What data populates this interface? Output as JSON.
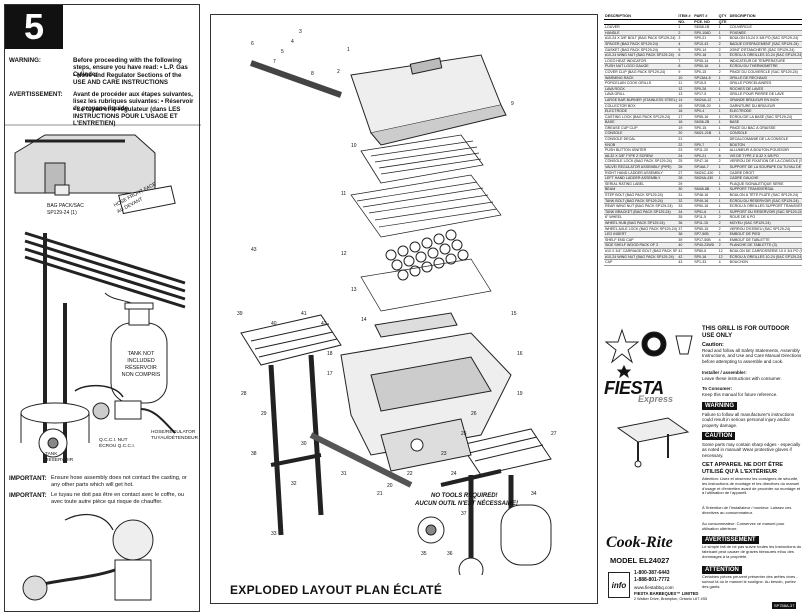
{
  "step_number": "5",
  "warning": {
    "label": "WARNING:",
    "text": "Before proceeding with the following steps, ensure you have read:  • L.P. Gas Cylinder",
    "line2": "• Hose and Regulator Sections of the",
    "line3": "USE AND CARE INSTRUCTIONS"
  },
  "avertissement": {
    "label": "AVERTISSEMENT:",
    "text": "Avant de procéder aux étapes suivantes, lisez les rubriques suivantes: • Réservoir de propane liquide",
    "line2": "• Le tuyau et le régulateur (dans LES INSTRUCTIONS POUR L'USAGE ET L'ENTRETIEN)"
  },
  "callouts": {
    "bag_pack": "BAG PACK/SAC SP129-24 (1)",
    "hose": "HOSE FRONT FACE AU DEVANT",
    "tank_not_included": "TANK NOT INCLUDED",
    "reservoir_non_compris": "RÉSERVOIR NON COMPRIS",
    "tank": "TANK",
    "reservoir": "RÉSERVOIR",
    "qcc_nut": "Q.C.C.I. NUT",
    "ecrou": "ÉCROU Q.C.C.I.",
    "hose_regulator": "HOSE/REGULATOR",
    "tuyau": "TUYAU/DÉTENDEUR"
  },
  "important": {
    "label": "IMPORTANT:",
    "text": "Ensure hose assembly does not contact the casting, or any other parts which will get hot.",
    "label_fr": "IMPORTANT:",
    "text_fr": "Le tuyau ne doit pas être en contact avec le coffre, ou avec toute autre pièce qui risque de chauffer."
  },
  "exploded_title": "EXPLODED LAYOUT     PLAN ÉCLATÉ",
  "no_tools": "NO TOOLS REQUIRED!",
  "no_tools_fr": "AUCUN OUTIL N'EST NÉCESSAIRE!",
  "parts_table": {
    "headers": [
      "DESCRIPTION",
      "ITEM #",
      "PART #",
      "QTY",
      "DESCRIPTION"
    ],
    "subheaders": [
      "",
      "NO.",
      "PCE. NO",
      "QTE",
      ""
    ],
    "rows": [
      [
        "LOUVER",
        "1",
        "SM38-1B",
        "1",
        "COUVERCLE"
      ],
      [
        "HANDLE",
        "2",
        "SP0-106D",
        "1",
        "POIGNÉE"
      ],
      [
        "#10-24 X 3/8\" BOLT (BAG PACK SP129-24)",
        "3",
        "SP0-21",
        "3",
        "BOULON 10-24 X 3/8 PO (SAC SP129-24)"
      ],
      [
        "SPACER (BAG PACK SP129-24)",
        "4",
        "SP10-43",
        "2",
        "BAGUE D'ESPACEMENT (SAC SP129-24)"
      ],
      [
        "GASKET (BAG PACK SP129-24)",
        "5",
        "SP0-14",
        "2",
        "JOINT D'ÉTANCHÉITÉ (SAC SP129-24)"
      ],
      [
        "#10-24 WING NUT (BAG PACK SP129-24)",
        "6",
        "SP0-16",
        "3",
        "ÉCROU À OREILLES 10-24 (SAC SP129-24)"
      ],
      [
        "LOGO HEAT INDICATOR",
        "7",
        "SP05-14",
        "1",
        "INDICATEUR DE TEMPÉRATURE"
      ],
      [
        "PUSH NUT LOGO GAUGE",
        "8",
        "SP50-16",
        "1",
        "ÉCROU DU THERMOMÈTRE"
      ],
      [
        "COVER CLIP (BAG PACK SP129-24)",
        "9",
        "SP0-15",
        "2",
        "PINCE DU COUVERCLE (SAC SP129-24)"
      ],
      [
        "WARMING RACK",
        "10",
        "SP13A4-8",
        "1",
        "GRILLE DE RÉCHAUD"
      ],
      [
        "PORCELAIN COOK GRILLS",
        "11",
        "SP15-5",
        "1",
        "GRILLE PORCELAINÉES"
      ],
      [
        "LAVA ROCK",
        "12",
        "SP0-26",
        "1",
        "ROCHES DE LAVES"
      ],
      [
        "LAVA GRILL",
        "13",
        "SP17-5",
        "1",
        "GRILLE POUR PIERRE DE LAVE"
      ],
      [
        "LARGE BAR BURNER (STAINLESS STEEL)",
        "14",
        "SM24A-12",
        "1",
        "GRANDE BRÛLEUR EN INOX"
      ],
      [
        "COLLECTOR BOX",
        "15",
        "SP20B-20",
        "1",
        "GARNITURE DU BRÛLEUR"
      ],
      [
        "ELECTRODE",
        "16",
        "SP0-4",
        "1",
        "ÉLECTRODE"
      ],
      [
        "CASTING LOCK (BAG PACK SP129-24)",
        "17",
        "SP55-16",
        "1",
        "ÉCROU DE LA BASE (SAC SP129-24)"
      ],
      [
        "BASE",
        "18",
        "SM38-2B",
        "1",
        "BASE"
      ],
      [
        "GREASE CUP CLIP",
        "19",
        "SP0-15",
        "1",
        "PINCE DU BAC À GRAISSE"
      ],
      [
        "CONSOLE",
        "20",
        "SM21-21B",
        "1",
        "CONSOLE"
      ],
      [
        "CONSOLE DECAL",
        "21",
        "",
        "1",
        "DÉCALCOMANIE DE LA CONSOLE"
      ],
      [
        "KNOB",
        "22",
        "SP0-7",
        "1",
        "BOUTON"
      ],
      [
        "PUSH BUTTON IGNITER",
        "23",
        "SP11-20",
        "1",
        "ALLUMEUR À BOUTON-POUSSOIR"
      ],
      [
        "#8-32 X 3/8\" TYPE Z SCREW",
        "24",
        "SP0-21",
        "6",
        "VIS DE TYPE Z 8-32 X 3/8 PO"
      ],
      [
        "CONSOLE LOCK (BAG PACK SP129-24)",
        "25",
        "SP47-16",
        "2",
        "VERROU DE FIXATION DE LA CONSOLE (SAC SP129-24)"
      ],
      [
        "VALVE/ REGULATOR ASSEMBLY (PIPE)",
        "26",
        "SP16A-7",
        "1",
        "SUPPORT DE LA SOUPAPE DU TUYAU DE RÉGULATEUR"
      ],
      [
        "RIGHT HAND LADDER ASSEMBLY",
        "27",
        "SM24C-430",
        "1",
        "CADRE DROIT"
      ],
      [
        "LEFT HAND LADDER ASSEMBLY",
        "28",
        "SM24A-430",
        "1",
        "CADRE GAUCHE"
      ],
      [
        "SERIAL RATING LABEL",
        "29",
        "",
        "1",
        "PLAQUE SIGNALÉTIQUE SÉRIE"
      ],
      [
        "BEAM",
        "30",
        "SM48-8B",
        "1",
        "SUPPORT TRANSVERSAL"
      ],
      [
        "STEP BOLT (BAG PACK SP129-24)",
        "31",
        "SP48-16",
        "1",
        "BOULON À TÊTE PLATE (SAC SP129-24)"
      ],
      [
        "TANK BOLT (BAG PACK SP129-24)",
        "32",
        "SP49-16",
        "1",
        "ÉCROU DU RÉSERVOIR (SAC SP129-24)"
      ],
      [
        "REAR WING NUT (BAG PACK SP129-24)",
        "33",
        "SP50-16",
        "1",
        "ÉCROU À OREILLES SUPPORT TRANSVERSAL"
      ],
      [
        "TANK BRACKET (BAG PACK SP129-24)",
        "34",
        "SP51-6",
        "1",
        "SUPPORT DU RÉSERVOIR (SAC SP129-24)"
      ],
      [
        "6\" WHEEL",
        "35",
        "SP11-5",
        "2",
        "ROUE DE 6 PO"
      ],
      [
        "WHEEL HUB (BAG PACK SP129-24)",
        "36",
        "SP11-15",
        "2",
        "MOYEU (SAC SP129-24)"
      ],
      [
        "WHEEL AXLE LOCK (BAG PACK SP129-24)",
        "37",
        "SP50-15",
        "2",
        "VERROU D'ESSIEU (SAC SP129-24)"
      ],
      [
        "LEG INSERT",
        "38",
        "SP7-50B",
        "2",
        "EMBOUT DE PIED"
      ],
      [
        "SHELF END CAP",
        "39",
        "SP17-50B",
        "4",
        "EMBOUT DE TABLETTE"
      ],
      [
        "SIDE SHELF WOOD PACK OF 3",
        "40",
        "SP40-23WD",
        "2",
        "PLANCHE DE TABLETTE (3)"
      ],
      [
        "#10 X 3/4\" CARRIAGE BOLT (BAG PACK SP129-24)",
        "41",
        "SP80-6",
        "12",
        "BOULON DE CARROSSERIE 10 X 3/4 PO (SAC SP129-24)"
      ],
      [
        "#10-24 WING NUT (BAG PACK SP129-24)",
        "42",
        "SP0-16",
        "12",
        "ÉCROU À OREILLES 10-24 (SAC SP129-24)"
      ],
      [
        "CAP",
        "43",
        "SP1-33",
        "4",
        "BOUCHON"
      ]
    ]
  },
  "outdoor": {
    "title": "THIS GRILL IS FOR OUTDOOR USE ONLY",
    "caution": "Caution:",
    "caution_text": "Read and follow all Safety Statements, Assembly Instructions, and Use and Care Manual Directions before attempting to assemble and cook.",
    "installer": "Installer / assembler:",
    "installer_text": "Leave these instructions with consumer.",
    "consumer": "To Consumer:",
    "consumer_text": "Keep this manual for future reference.",
    "warning_hd": "WARNING",
    "warning_text": "Failure to follow all manufacturer's instructions could result in serious personal injury and/or property damage.",
    "caution_hd": "CAUTION",
    "caution2_text": "Some parts may contain sharp edges - especially as noted in manual! Wear protective gloves if necessary.",
    "fr_title": "CET APPAREIL NE DOIT ÊTRE UTILISÉ QU'À L'EXTÉRIEUR",
    "fr_attention": "Attention: Lisez et observez les consignes de sécurité, les instructions de montage et les directives du manuel d'usage et d'entretien avant de procéder au montage et à l'utilisation de l'appareil.",
    "fr_installer": "À l'intention de l'installateur / monteur: Laissez ces directives au consommateur.",
    "fr_consumer": "Au consommateur: Conservez ce manuel pour utilisation ultérieure.",
    "fr_warn_hd": "AVERTISSEMENT",
    "fr_warn_text": "Le simple fait de ne pas suivre toutes les instructions du fabricant peut causer de graves blessures et/ou des dommages à la propriété.",
    "fr_caution_hd": "ATTENTION",
    "fr_caution_text": "Certaines pièces peuvent présenter des arêtes vives - surtout là où le manuel le souligne. Au besoin, portez des gants."
  },
  "brand": {
    "fiesta": "FIESTA",
    "express": "Express",
    "cookrite": "Cook-Rite",
    "model": "MODEL EL24027",
    "phone1": "1-800-387-6443",
    "phone2": "1-888-801-7772",
    "web": "www.fiestabbq.com",
    "company": "FIESTA BARBEQUES™ LIMITED",
    "address": "2 Walker Drive, Brampton, Ontario L6T 4S5",
    "info": "info",
    "docnum": "SP758A-37"
  }
}
